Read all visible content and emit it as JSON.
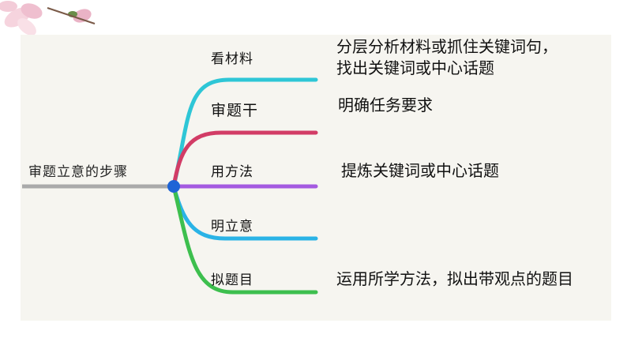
{
  "root": {
    "label": "审题立意的步骤"
  },
  "branches": [
    {
      "label": "看材料",
      "color": "#2ec6d6"
    },
    {
      "label": "审题干",
      "color": "#2ec6d6"
    },
    {
      "label": "用方法",
      "color": "#d23c66"
    },
    {
      "label": "明立意",
      "color": "#a45ae0"
    },
    {
      "label": "拟题目",
      "color": "#2ab3e6"
    },
    {
      "label": "",
      "color": "#3dbf4e"
    }
  ],
  "notes": {
    "material": [
      "分层分析材料或抓住关键词句，",
      "找出关键词或中心话题"
    ],
    "question": "明确任务要求",
    "method": "提炼关键词或中心话题",
    "title": "运用所学方法，拟出带观点的题目"
  },
  "colors": {
    "root_line": "#aaaaaa",
    "hub": "#1e64d6",
    "petal": "#f2c6d4"
  }
}
